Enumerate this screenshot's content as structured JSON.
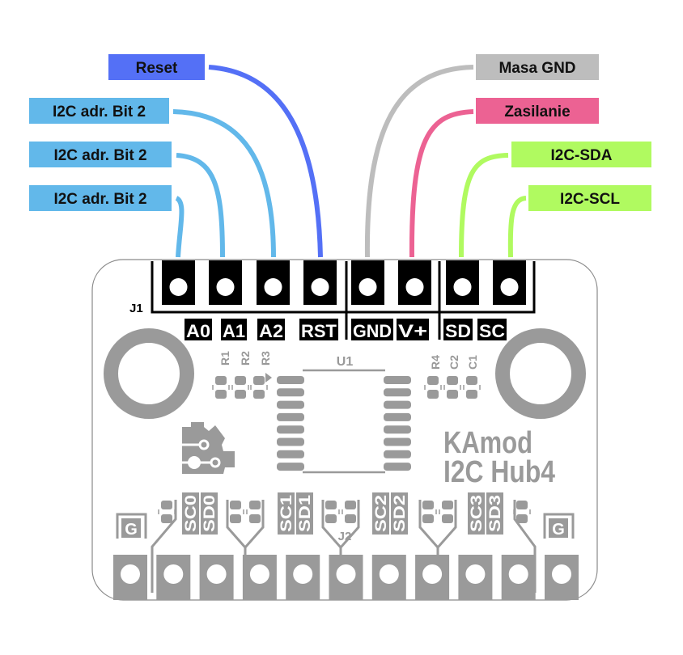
{
  "diagram": {
    "board_name_line1": "KAmod",
    "board_name_line2": "I2C Hub4",
    "connector_j1": "J1",
    "connector_j2": "J2",
    "chip_label": "U1",
    "left_components": [
      "R1",
      "R2",
      "R3"
    ],
    "right_components": [
      "R4",
      "C2",
      "C1"
    ],
    "callouts": [
      {
        "text": "Reset",
        "color": "#5470f6",
        "pin": "RST"
      },
      {
        "text": "I2C adr. Bit 2",
        "color": "#62b8ea",
        "pin": "A2"
      },
      {
        "text": "I2C adr. Bit 2",
        "color": "#62b8ea",
        "pin": "A1"
      },
      {
        "text": "I2C adr. Bit 2",
        "color": "#62b8ea",
        "pin": "A0"
      },
      {
        "text": "Masa GND",
        "color": "#bdbdbd",
        "pin": "GND"
      },
      {
        "text": "Zasilanie",
        "color": "#ec6293",
        "pin": "V+"
      },
      {
        "text": "I2C-SDA",
        "color": "#b0fa60",
        "pin": "SD"
      },
      {
        "text": "I2C-SCL",
        "color": "#b0fa60",
        "pin": "SC"
      }
    ],
    "top_pins": [
      "A0",
      "A1",
      "A2",
      "RST",
      "GND",
      "V+",
      "SD",
      "SC"
    ],
    "bottom_labels": [
      "SC0",
      "SD0",
      "SC1",
      "SD1",
      "SC2",
      "SD2",
      "SC3",
      "SD3"
    ],
    "ground_labels": [
      "G",
      "G"
    ],
    "colors": {
      "pcb_silk": "#9a9a9a",
      "pin_black": "#000000",
      "board_outline": "#888888"
    }
  }
}
